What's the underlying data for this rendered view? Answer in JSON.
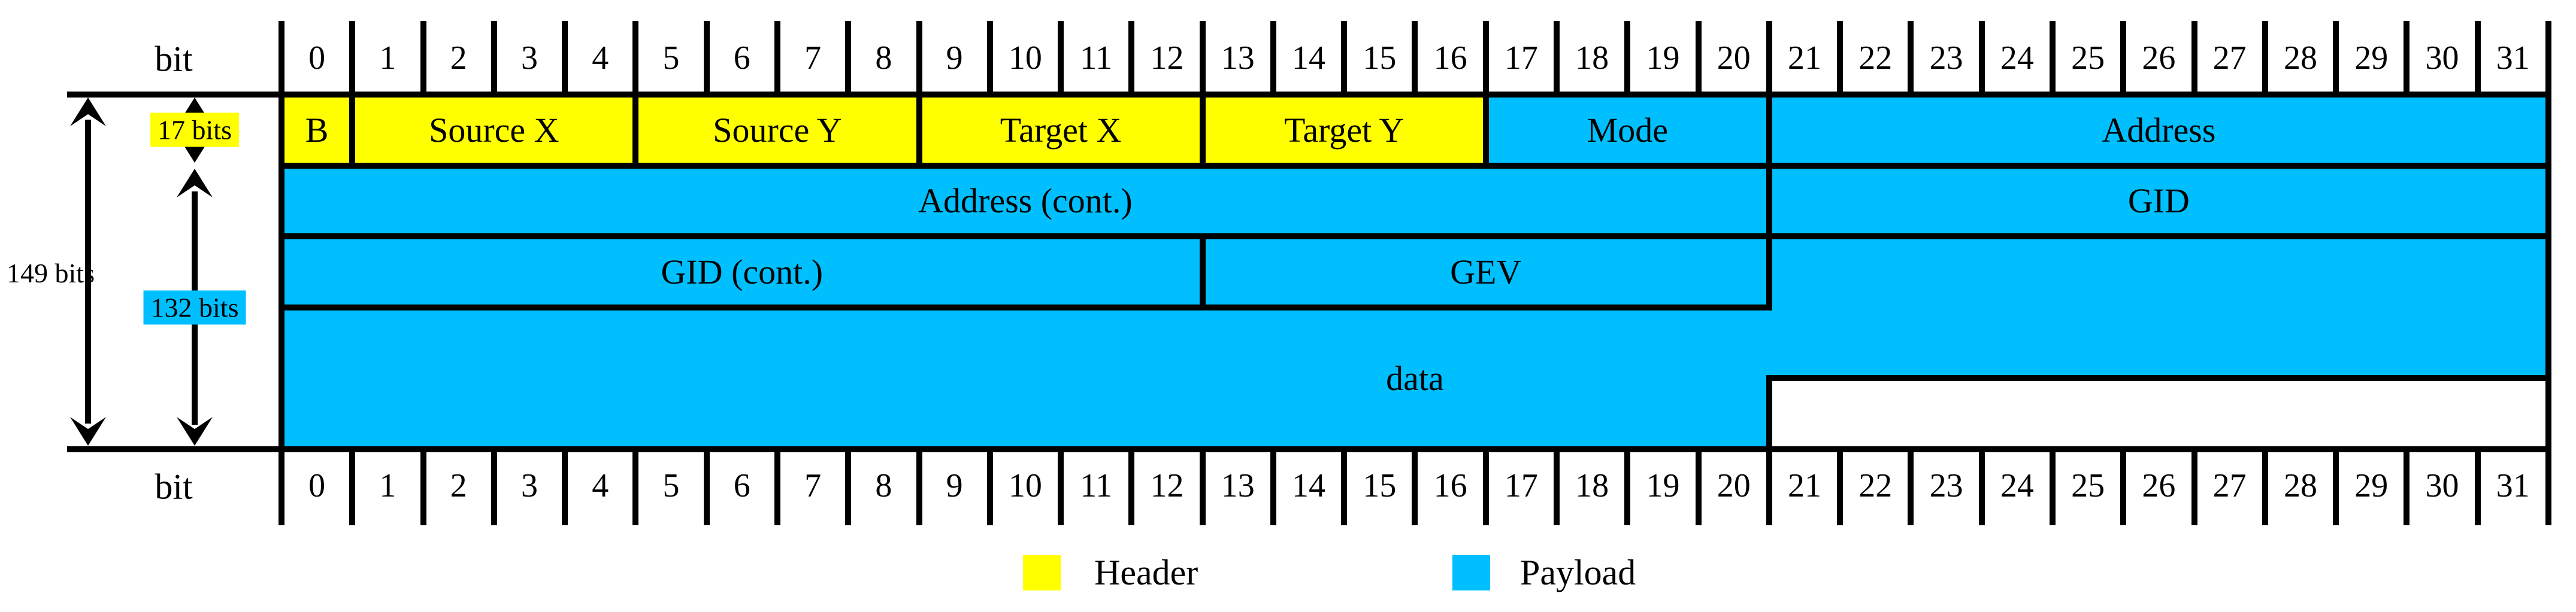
{
  "colors": {
    "header": "#ffff00",
    "payload": "#00bfff",
    "line": "#000000",
    "background": "#ffffff"
  },
  "bit_axis": {
    "label": "bit",
    "count": 32,
    "numbers": [
      "0",
      "1",
      "2",
      "3",
      "4",
      "5",
      "6",
      "7",
      "8",
      "9",
      "10",
      "11",
      "12",
      "13",
      "14",
      "15",
      "16",
      "17",
      "18",
      "19",
      "20",
      "21",
      "22",
      "23",
      "24",
      "25",
      "26",
      "27",
      "28",
      "29",
      "30",
      "31"
    ]
  },
  "fields": [
    {
      "name": "b",
      "label": "B",
      "row": 0,
      "start": 0,
      "end": 0,
      "color": "header"
    },
    {
      "name": "source-x",
      "label": "Source X",
      "row": 0,
      "start": 1,
      "end": 4,
      "color": "header"
    },
    {
      "name": "source-y",
      "label": "Source Y",
      "row": 0,
      "start": 5,
      "end": 8,
      "color": "header"
    },
    {
      "name": "target-x",
      "label": "Target X",
      "row": 0,
      "start": 9,
      "end": 12,
      "color": "header"
    },
    {
      "name": "target-y",
      "label": "Target Y",
      "row": 0,
      "start": 13,
      "end": 16,
      "color": "header"
    },
    {
      "name": "mode",
      "label": "Mode",
      "row": 0,
      "start": 17,
      "end": 20,
      "color": "payload"
    },
    {
      "name": "address",
      "label": "Address",
      "row": 0,
      "start": 21,
      "end": 31,
      "color": "payload"
    },
    {
      "name": "address-cont",
      "label": "Address (cont.)",
      "row": 1,
      "start": 0,
      "end": 20,
      "color": "payload"
    },
    {
      "name": "gid",
      "label": "GID",
      "row": 1,
      "start": 21,
      "end": 31,
      "color": "payload"
    },
    {
      "name": "gid-cont",
      "label": "GID (cont.)",
      "row": 2,
      "start": 0,
      "end": 12,
      "color": "payload"
    },
    {
      "name": "gev",
      "label": "GEV",
      "row": 2,
      "start": 13,
      "end": 20,
      "color": "payload"
    }
  ],
  "data_field": {
    "name": "data",
    "label": "data",
    "color": "payload",
    "spans": [
      {
        "row": 2,
        "start": 21,
        "end": 31
      },
      {
        "row": 3,
        "start": 0,
        "end": 31
      },
      {
        "row": 4,
        "start": 0,
        "end": 20
      }
    ]
  },
  "annotations": {
    "total_bits": {
      "label": "149 bits",
      "highlight": "none"
    },
    "header_bits": {
      "label": "17 bits",
      "highlight": "header"
    },
    "payload_bits": {
      "label": "132 bits",
      "highlight": "payload"
    }
  },
  "legend": {
    "items": [
      {
        "name": "header",
        "label": "Header"
      },
      {
        "name": "payload",
        "label": "Payload"
      }
    ]
  }
}
